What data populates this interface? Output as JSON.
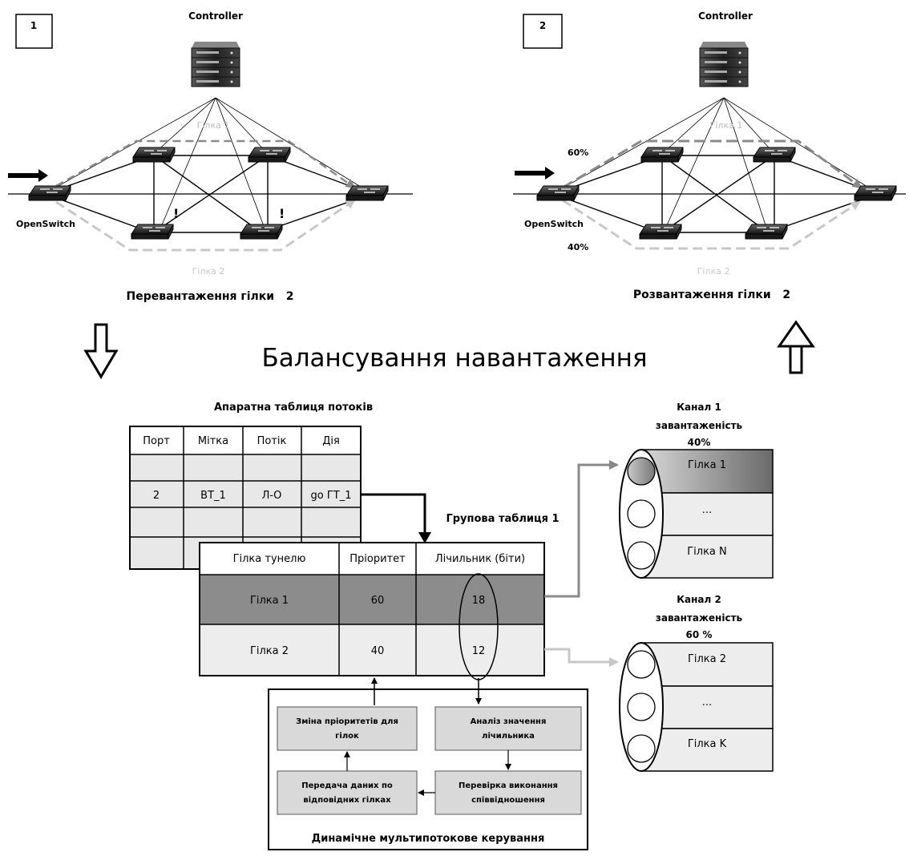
{
  "panel_left": {
    "number": "1",
    "controller_label": "Controller",
    "switch_label": "OpenSwitch",
    "branch1_label": "Гілка 1",
    "branch2_label": "Гілка 2",
    "alert_mark": "!",
    "caption": "Перевантаження гілки   2"
  },
  "panel_right": {
    "number": "2",
    "controller_label": "Controller",
    "switch_label": "OpenSwitch",
    "branch1_label": "Гілка 1",
    "branch2_label": "Гілка 2",
    "share_top": "60%",
    "share_bottom": "40%",
    "caption": "Розвантаження гілки   2"
  },
  "main_title": "Балансування навантаження",
  "hw_table": {
    "title": "Апаратна таблиця потоків",
    "headers": [
      "Порт",
      "Мітка",
      "Потік",
      "Дія"
    ],
    "rows": [
      [
        "",
        "",
        "",
        ""
      ],
      [
        "2",
        "BT_1",
        "Л-О",
        "go ГТ_1"
      ],
      [
        "",
        "",
        "",
        ""
      ],
      [
        "",
        "",
        "",
        ""
      ]
    ]
  },
  "group_table": {
    "title": "Групова таблиця 1",
    "headers": [
      "Гілка тунелю",
      "Пріоритет",
      "Лічильник (біти)"
    ],
    "rows": [
      [
        "Гілка 1",
        "60",
        "18"
      ],
      [
        "Гілка 2",
        "40",
        "12"
      ]
    ]
  },
  "channel1": {
    "title_line1": "Канал 1",
    "title_line2": "завантаженість",
    "title_line3": "40%",
    "rows": [
      "Гілка 1",
      "...",
      "Гілка N"
    ]
  },
  "channel2": {
    "title_line1": "Канал 2",
    "title_line2": "завантаженість",
    "title_line3": "60 %",
    "rows": [
      "Гілка 2",
      "...",
      "Гілка K"
    ]
  },
  "control": {
    "box1_line1": "Зміна пріоритетів для",
    "box1_line2": "гілок",
    "box2_line1": "Аналіз значення",
    "box2_line2": "лічильника",
    "box3_line1": "Передача даних по",
    "box3_line2": "відповідних гілках",
    "box4_line1": "Перевірка виконання",
    "box4_line2": "співвідношення",
    "caption": "Динамічне мультипотокове керування"
  },
  "colors": {
    "dark_row": "#8c8c8c",
    "light_row": "#ededed",
    "box_fill": "#d9d9d9",
    "pale_line": "#c8c8c8",
    "mid_line": "#8a8a8a"
  }
}
